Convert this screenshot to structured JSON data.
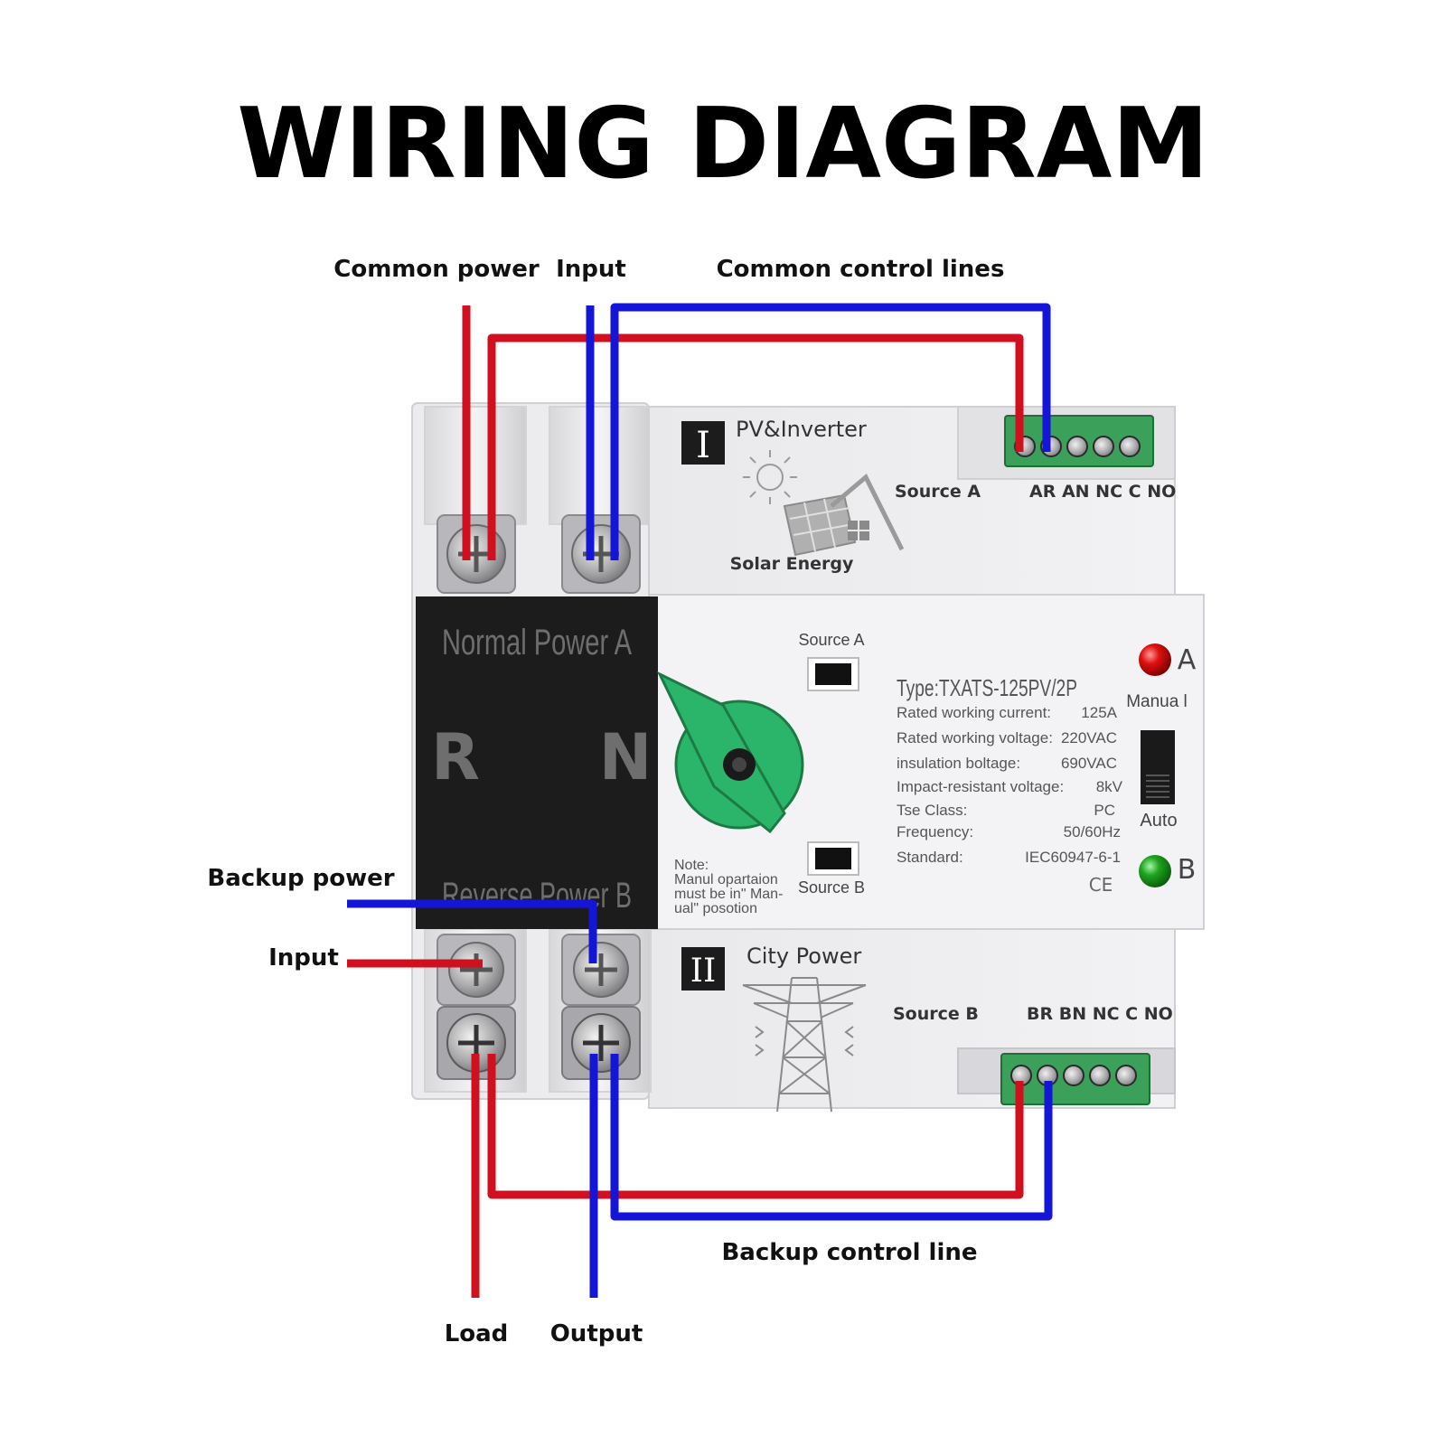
{
  "title": "WIRING DIAGRAM",
  "labels": {
    "common_power": "Common power",
    "input_top": "Input",
    "common_control_lines": "Common control lines",
    "backup_power": "Backup power",
    "input_bottom": "Input",
    "backup_control_line": "Backup control line",
    "load": "Load",
    "output": "Output"
  },
  "device": {
    "section_i": {
      "badge": "I",
      "title": "PV&Inverter",
      "source": "Source A",
      "terminals": "AR AN NC C NO",
      "caption": "Solar Energy"
    },
    "section_ii": {
      "badge": "II",
      "title": "City  Power",
      "source": "Source B",
      "terminals": "BR BN NC C NO"
    },
    "breaker": {
      "top_text": "Normal  Power  A",
      "left_letter": "R",
      "right_letter": "N",
      "bottom_text": "Reverse  Power  B"
    },
    "switch_labels": {
      "source_a": "Source  A",
      "source_b": "Source  B"
    },
    "note": [
      "Note:",
      "Manul opartaion",
      "must be in\" Man-",
      "ual\"    posotion"
    ],
    "type": "Type:TXATS-125PV/2P",
    "specs": [
      {
        "label": "Rated working current:",
        "value": "125A"
      },
      {
        "label": "Rated working voltage:",
        "value": "220VAC"
      },
      {
        "label": "insulation boltage:",
        "value": "690VAC"
      },
      {
        "label": "Impact-resistant voltage:",
        "value": "8kV"
      },
      {
        "label": "Tse  Class:",
        "value": "PC"
      },
      {
        "label": "Frequency:",
        "value": "50/60Hz"
      },
      {
        "label": "Standard:",
        "value": "IEC60947-6-1"
      }
    ],
    "ce_mark": "CE",
    "indicator_a": "A",
    "indicator_b": "B",
    "mode_manual": "Manua l",
    "mode_auto": "Auto"
  },
  "colors": {
    "red_wire": "#d0101e",
    "blue_wire": "#1515d8",
    "breaker_black": "#1c1c1c",
    "terminal_green": "#3aa05a",
    "knob_green": "#2bb56a",
    "led_red": "#e01010",
    "led_green": "#1ea51e"
  }
}
